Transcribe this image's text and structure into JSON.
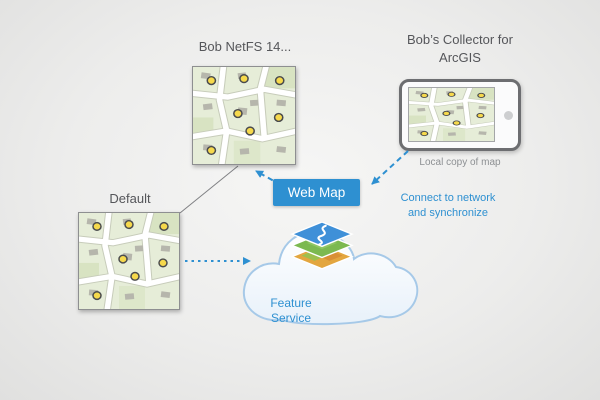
{
  "diagram": {
    "netfs_label": "Bob NetFS 14...",
    "collector_label": "Bob’s Collector for ArcGIS",
    "local_copy_caption": "Local copy of map",
    "default_label": "Default",
    "web_map_label": "Web Map",
    "feature_service_label": "Feature Service",
    "sync_note": "Connect to network and synchronize",
    "icons": {
      "map_thumbnail": "street-map-with-yellow-point-markers",
      "tablet": "tablet-device-showing-map",
      "cloud": "cloud-shape",
      "layers": "gis-layer-stack-icon"
    },
    "colors": {
      "accent_blue": "#2e90d1",
      "label_gray": "#55565a",
      "caption_gray": "#8d9093",
      "map_green": "#e6edd8",
      "marker_yellow": "#f6d94c",
      "cloud_stroke": "#a6c9e8",
      "background": "#ececeb"
    }
  }
}
